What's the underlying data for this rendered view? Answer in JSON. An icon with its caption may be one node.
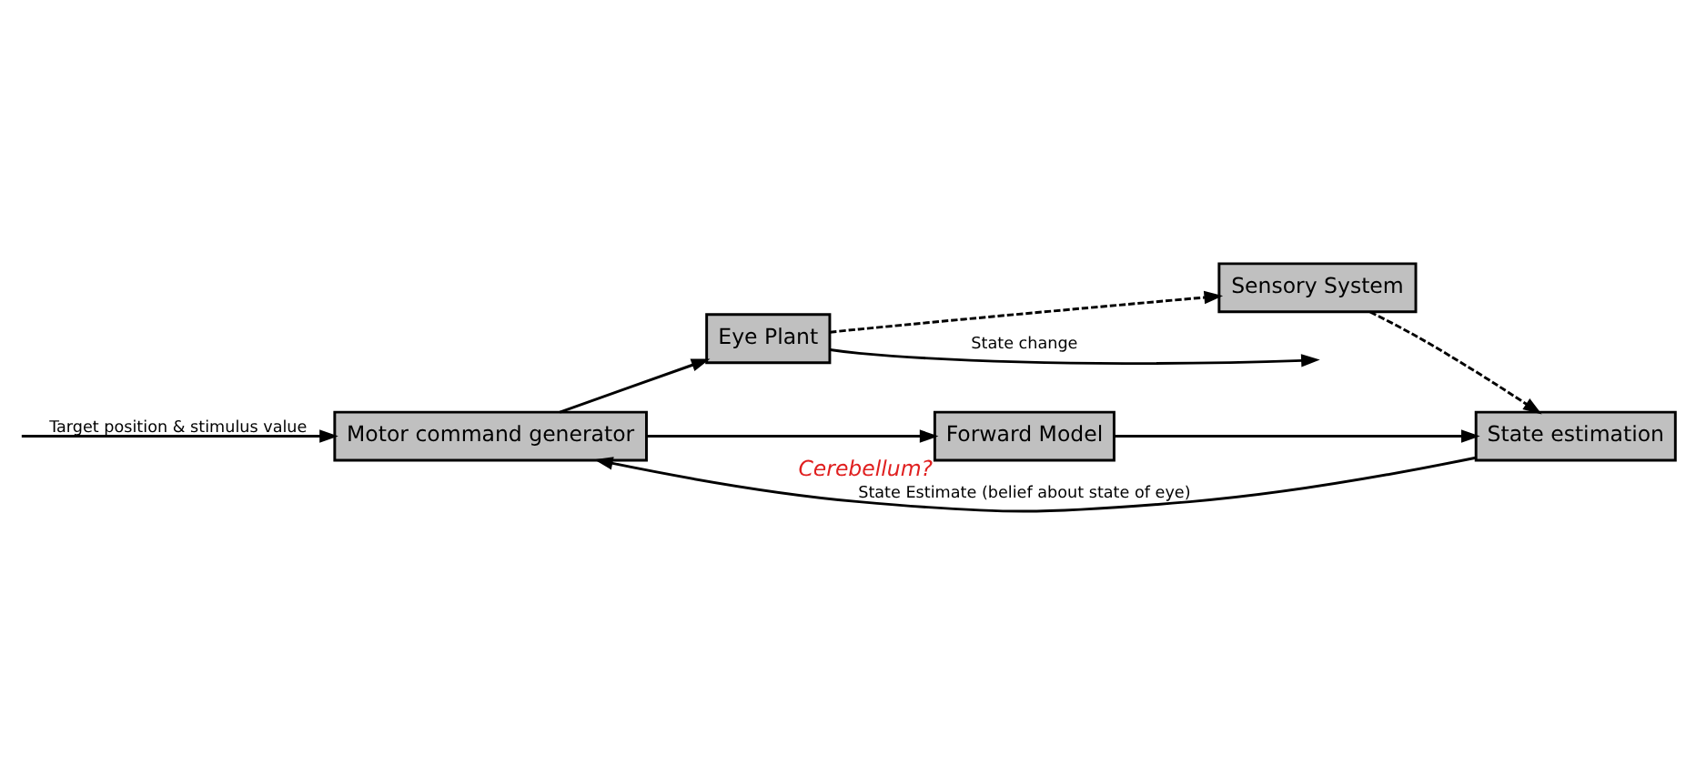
{
  "diagram": {
    "nodes": [
      {
        "text": [
          "Motor command generator"
        ]
      },
      {
        "text": [
          "Eye Plant"
        ]
      },
      {
        "text": [
          "State estimation"
        ]
      },
      {
        "text": [
          "Forward Model"
        ],
        "beside": [
          "Cerebellum?"
        ]
      },
      {
        "text": [
          "Sensory System"
        ]
      }
    ],
    "edges": [
      {
        "from": null,
        "to": 0,
        "arrow": "to",
        "label": "Target position & stimulus value"
      },
      {
        "from": 2,
        "to": 0,
        "arrow": "to",
        "label": "State Estimate (belief about state of eye)"
      },
      {
        "from": 0,
        "to": 1,
        "arrow": "to"
      },
      {
        "from": 0,
        "to": 3,
        "arrow": "to"
      },
      {
        "from": 3,
        "to": 2,
        "arrow": "to"
      },
      {
        "from": 1,
        "to": null,
        "arrow": "to",
        "label": "State change"
      },
      {
        "from": 1,
        "to": 4,
        "arrow": "to",
        "style": "dashed"
      },
      {
        "from": 4,
        "to": 2,
        "arrow": "to",
        "style": "dashed"
      }
    ]
  }
}
